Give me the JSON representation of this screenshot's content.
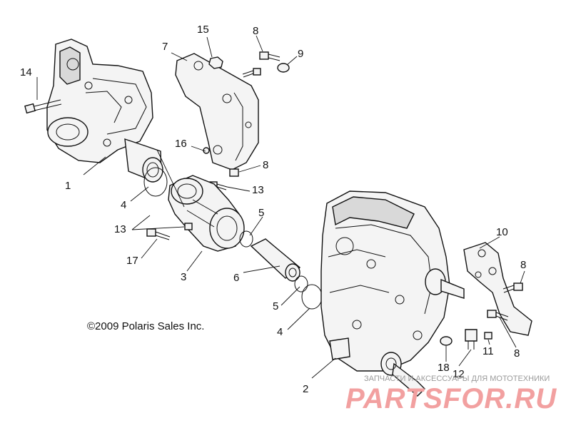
{
  "copyright": "©2009 Polaris Sales Inc.",
  "watermark": {
    "subtitle": "ЗАПЧАСТИ И АКСЕССУАРЫ ДЛЯ МОТОТЕХНИКИ",
    "brand": "PARTSFOR.RU"
  },
  "callouts": [
    {
      "id": "c-1",
      "label": "1"
    },
    {
      "id": "c-2",
      "label": "2"
    },
    {
      "id": "c-3",
      "label": "3"
    },
    {
      "id": "c-4a",
      "label": "4"
    },
    {
      "id": "c-4b",
      "label": "4"
    },
    {
      "id": "c-5a",
      "label": "5"
    },
    {
      "id": "c-5b",
      "label": "5"
    },
    {
      "id": "c-6",
      "label": "6"
    },
    {
      "id": "c-7",
      "label": "7"
    },
    {
      "id": "c-8a",
      "label": "8"
    },
    {
      "id": "c-8b",
      "label": "8"
    },
    {
      "id": "c-8c",
      "label": "8"
    },
    {
      "id": "c-8d",
      "label": "8"
    },
    {
      "id": "c-9",
      "label": "9"
    },
    {
      "id": "c-10",
      "label": "10"
    },
    {
      "id": "c-11",
      "label": "11"
    },
    {
      "id": "c-12",
      "label": "12"
    },
    {
      "id": "c-13a",
      "label": "13"
    },
    {
      "id": "c-13b",
      "label": "13"
    },
    {
      "id": "c-14",
      "label": "14"
    },
    {
      "id": "c-15",
      "label": "15"
    },
    {
      "id": "c-16",
      "label": "16"
    },
    {
      "id": "c-17",
      "label": "17"
    },
    {
      "id": "c-18",
      "label": "18"
    }
  ]
}
